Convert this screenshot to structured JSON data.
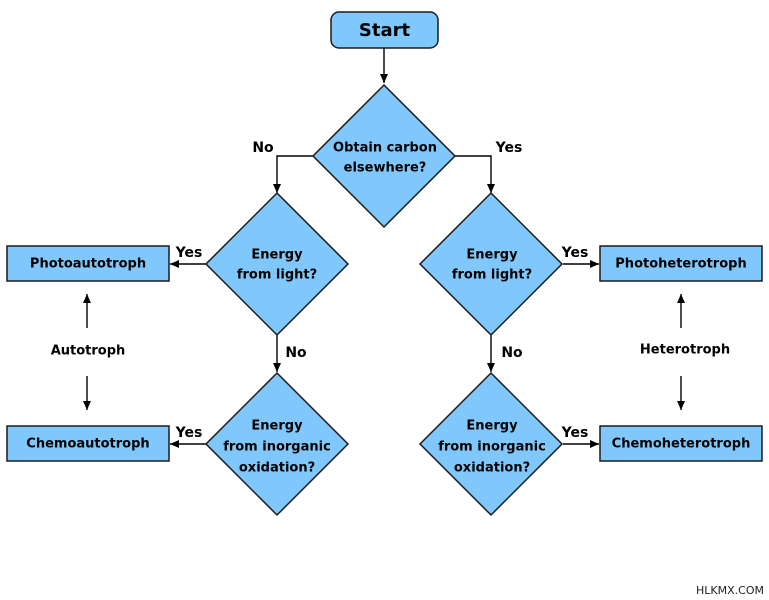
{
  "start": "Start",
  "decision_carbon": [
    "Obtain carbon",
    "elsewhere?"
  ],
  "decision_light_left": [
    "Energy",
    "from light?"
  ],
  "decision_light_right": [
    "Energy",
    "from light?"
  ],
  "decision_inorganic_left": [
    "Energy",
    "from inorganic",
    "oxidation?"
  ],
  "decision_inorganic_right": [
    "Energy",
    "from inorganic",
    "oxidation?"
  ],
  "edge_labels": {
    "carbon_no": "No",
    "carbon_yes": "Yes",
    "light_left_yes": "Yes",
    "light_left_no": "No",
    "light_right_yes": "Yes",
    "light_right_no": "No",
    "inorganic_left_yes": "Yes",
    "inorganic_right_yes": "Yes"
  },
  "outcomes": {
    "photoautotroph": "Photoautotroph",
    "chemoautotroph": "Chemoautotroph",
    "photoheterotroph": "Photoheterotroph",
    "chemoheterotroph": "Chemoheterotroph"
  },
  "group_labels": {
    "autotroph": "Autotroph",
    "heterotroph": "Heterotroph"
  },
  "watermark": "HLKMX.COM"
}
